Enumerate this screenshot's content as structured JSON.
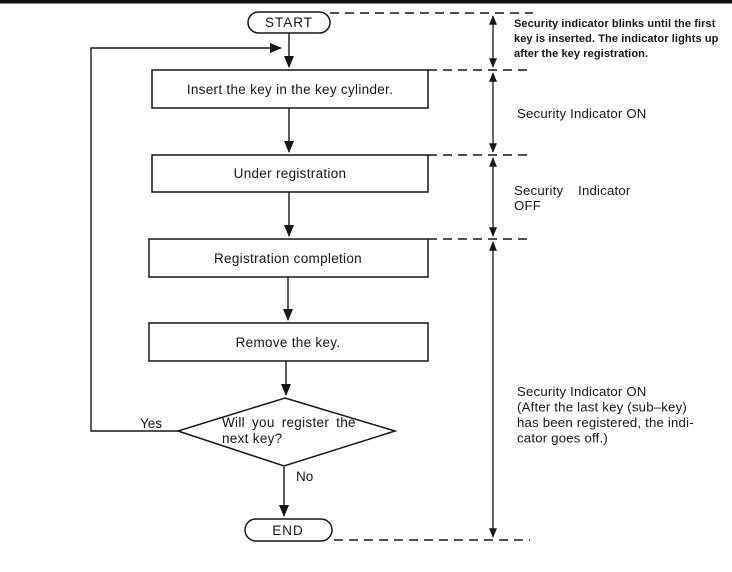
{
  "page": {
    "background": "#ffffff",
    "ink": "#161616"
  },
  "flowchart": {
    "start_label": "START",
    "end_label": "END",
    "steps": [
      "Insert the key in the key cylinder.",
      "Under registration",
      "Registration completion",
      "Remove the key."
    ],
    "decision": {
      "text_line1": "Will you register the",
      "text_line2": "next key?",
      "yes_label": "Yes",
      "no_label": "No"
    }
  },
  "annotations": {
    "blink_note_line1": "Security indicator blinks until the first",
    "blink_note_line2": "key is inserted. The indicator lights up",
    "blink_note_line3": "after the key registration.",
    "indicator_on": "Security Indicator ON",
    "indicator_off_line1": "Security Indicator",
    "indicator_off_line2": "OFF",
    "indicator_on_after_line1": "Security Indicator ON",
    "indicator_on_after_line2": "(After the last key (sub–key)",
    "indicator_on_after_line3": "has been registered, the indi-",
    "indicator_on_after_line4": "cator goes off.)"
  }
}
